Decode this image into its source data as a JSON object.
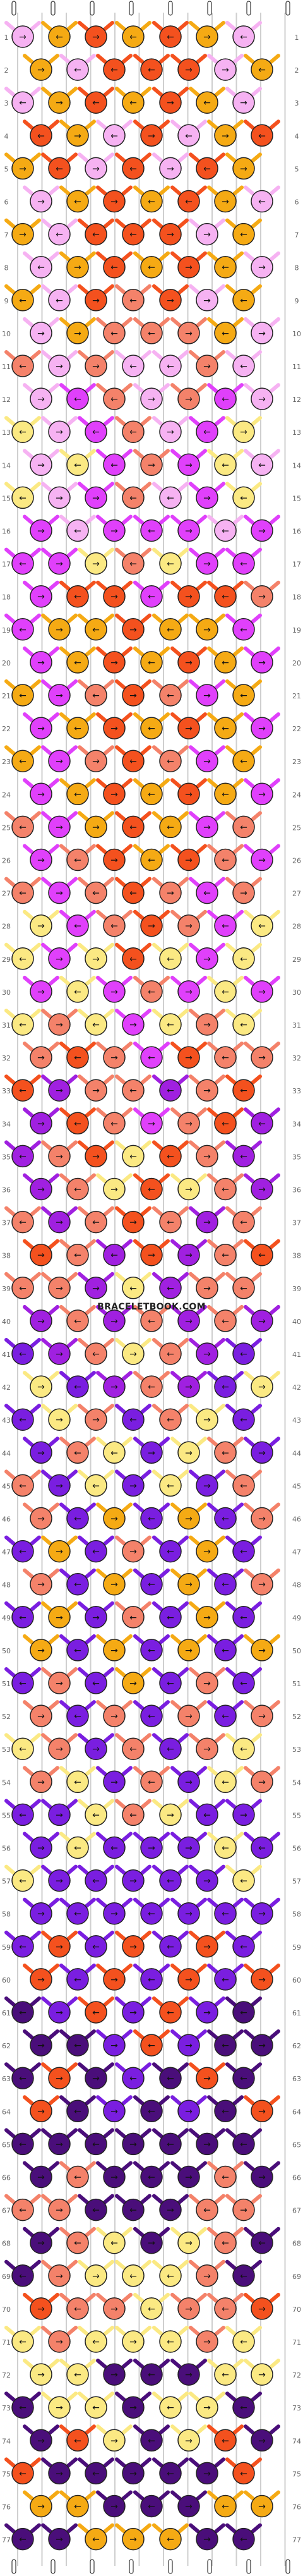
{
  "watermark": "BRACELETBOOK.COM",
  "pattern": {
    "strings": 12,
    "rows": 77,
    "colors": {
      "a": "#f6b2f2",
      "b": "#f5aa14",
      "c": "#f4511e",
      "d": "#f4826a",
      "e": "#e040fb",
      "f": "#fbe983",
      "g": "#a020e0",
      "h": "#7a1ee0",
      "i": "#4a0e7a",
      "j": "#ffffff"
    },
    "row_colors": [
      "abcbcba",
      "bacccab",
      "abcbcba",
      "cbacabc",
      "bcacacb",
      "abcbcba",
      "bacccab",
      "abcbcba",
      "bacdcab",
      "abdddba",
      "dadaada",
      "aedadea",
      "faedaef",
      "afedefa",
      "faedaef",
      "eaeeeae",
      "eefdfee",
      "ecceccd",
      "ebbcbbe",
      "ebcbcbe",
      "bedcdeb",
      "ebcbcbe",
      "bedcdeb",
      "ebcbcbe",
      "debcbed",
      "edcbcde",
      "dedcded",
      "fedcdef",
      "fefcfef",
      "efedefe",
      "fdfefdf",
      "dcdecdd",
      "cgddgdc",
      "gcdedcg",
      "gdcfcdg",
      "gdfcfdg",
      "dgdcdgd",
      "cdgcgdc",
      "ddgfgdd",
      "gdgdgdg",
      "hgdfdgh",
      "fhgdghf",
      "hfdhdfh",
      "hdfhfdh",
      "dhfhfhd",
      "dhbhbhd",
      "hbhdhbh",
      "dhbhbhd",
      "hbhdhbh",
      "bhbhbhb",
      "hdhbhdh",
      "dhdhdhd",
      "fdhdhdf",
      "dfhdhfd",
      "hhfdfhh",
      "hfhhhfh",
      "fhhhhhf",
      "hhhhhhh",
      "hchchch",
      "chchchc",
      "ihchchi",
      "iihchii",
      "icihici",
      "cihihic",
      "iiiiiii",
      "idiiidi",
      "ddiiidd",
      "idfifdi",
      "idfffdi",
      "cddfddc",
      "fdfffdf",
      "ffiiiff",
      "iffiffi",
      "icfifci",
      "ciiiiic",
      "bbiiibb",
      "iibbbii"
    ],
    "row_arrows": [
      "RLRLLRL",
      "RLLLRRL",
      "LRLLRLR",
      "LRLRLRL",
      "RLRLRLR",
      "RLRLLRL",
      "RLLLRRL",
      "LRLLRLR",
      "LLRLRRL",
      "RRLLRLR",
      "LRRLLRL",
      "RLLRRLR",
      "LRLLRLR",
      "RLLRRLL",
      "LRRLLRL",
      "RLRLRLR",
      "LRRLLRL",
      "RLRLRLR",
      "LRLRLRL",
      "RLRLRLR",
      "LRLRLRL",
      "RLRLRLR",
      "LRRLLRL",
      "RLRLRLR",
      "LRRLLRL",
      "RLRLRLR",
      "LRLLRLR",
      "RLLRRLL",
      "LRRLLRL",
      "RLRLRLR",
      "LRLRLRL",
      "RLRLRLR",
      "LRRLLRL",
      "RLLRRLL",
      "LRRLLRL",
      "RLRLRLR",
      "LRLRLRL",
      "RLLRRLL",
      "LRRLLRL",
      "RLRLRLR",
      "LRLRLRL",
      "RLRLRLR",
      "LRRLLRL",
      "RLLRRLR",
      "LRLRLRL",
      "RLRLRLR",
      "LRLRLRL",
      "RLRLRLR",
      "LRRLLRL",
      "RLRLRLR",
      "LRLRLRL",
      "RLRLRLR",
      "LRRLLRL",
      "RLRLRLR",
      "LRLLRLR",
      "RLLRRLL",
      "LRLRLRL",
      "RLRLRLR",
      "LRLRLRL",
      "RLRLRLR",
      "LRLRLRL",
      "RLRLRLR",
      "LRRLLRL",
      "RLRLRLR",
      "LRLRLRL",
      "RLRLRLR",
      "LRLLRLR",
      "RLLRRLL",
      "LRRLLRL",
      "RLRLRLR",
      "LRLRLRL",
      "RLRLRLR",
      "LRLRLRL",
      "RLRLRLR",
      "LRLRLRL",
      "RLRLRLR",
      "LRLRLRL"
    ]
  }
}
